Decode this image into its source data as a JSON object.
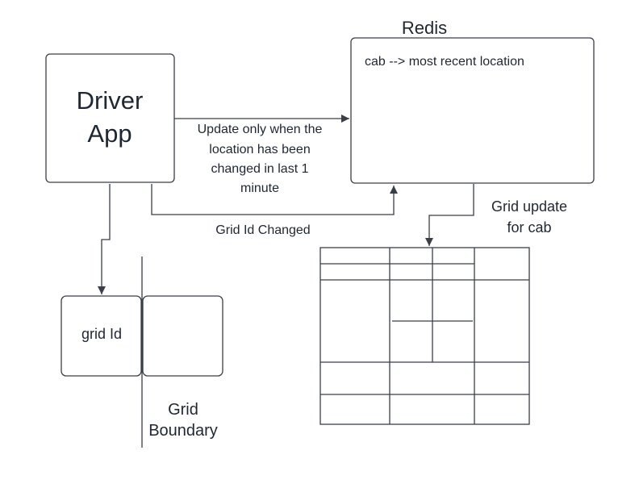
{
  "driver_app": {
    "line1": "Driver",
    "line2": "App"
  },
  "redis": {
    "title": "Redis",
    "content": "cab --> most recent location"
  },
  "edges": {
    "update_location": {
      "line1": "Update only when the",
      "line2": "location has been",
      "line3": "changed in last 1",
      "line4": "minute"
    },
    "grid_id_changed": "Grid Id Changed",
    "grid_update": {
      "line1": "Grid  update",
      "line2": "for cab"
    }
  },
  "grid_cell": {
    "label": "grid Id"
  },
  "grid_boundary": {
    "line1": "Grid",
    "line2": "Boundary"
  },
  "colors": {
    "stroke": "#3a3f47",
    "text": "#1f2733",
    "background": "#ffffff"
  }
}
